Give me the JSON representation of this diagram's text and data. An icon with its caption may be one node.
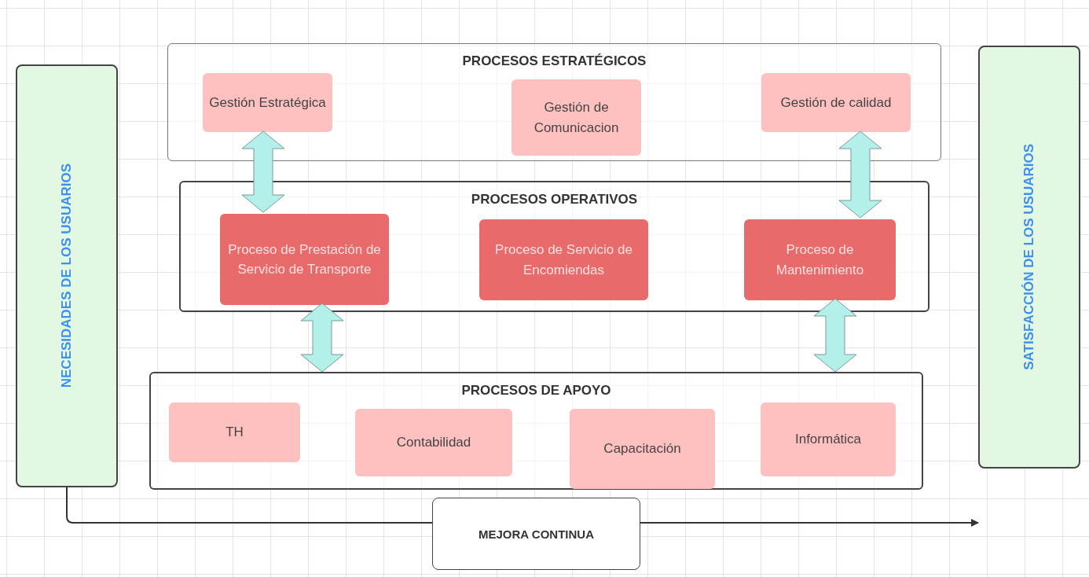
{
  "diagram": {
    "nodes": [
      {
        "text": [
          "NECESIDADES DE LOS USUARIOS"
        ]
      },
      {
        "text": [
          "PROCESOS ESTRATÉGICOS"
        ]
      },
      {
        "text": [
          "Gestión Estratégica"
        ],
        "in": 1
      },
      {
        "text": [
          "Gestión de Comunicacion"
        ],
        "in": 1
      },
      {
        "text": [
          "Gestión de calidad"
        ],
        "in": 1
      },
      {
        "text": [
          "PROCESOS OPERATIVOS"
        ]
      },
      {
        "text": [
          "Proceso de Prestación de Servicio de Transporte"
        ],
        "in": 5
      },
      {
        "text": [
          "Proceso de Servicio de Encomiendas"
        ],
        "in": 5
      },
      {
        "text": [
          "Proceso de Mantenimiento"
        ],
        "in": 5
      },
      {
        "text": [
          "PROCESOS DE APOYO"
        ]
      },
      {
        "text": [
          "TH"
        ],
        "in": 9
      },
      {
        "text": [
          "Contabilidad"
        ],
        "in": 9
      },
      {
        "text": [
          "Capacitación"
        ],
        "in": 9
      },
      {
        "text": [
          "Informática"
        ],
        "in": 9
      },
      {
        "text": [
          "MEJORA CONTINUA"
        ]
      },
      {
        "text": [
          "SATISFACCIÓN DE LOS USUARIOS"
        ]
      }
    ],
    "edges": [
      {
        "from": 2,
        "to": 6,
        "arrow": "both",
        "style": "thick",
        "color": "#b3f0ea"
      },
      {
        "from": 4,
        "to": 8,
        "arrow": "both",
        "style": "thick",
        "color": "#b3f0ea"
      },
      {
        "from": 6,
        "to": 9,
        "arrow": "both",
        "style": "thick",
        "color": "#b3f0ea"
      },
      {
        "from": 8,
        "to": 9,
        "arrow": "both",
        "style": "thick",
        "color": "#b3f0ea"
      },
      {
        "from": 0,
        "to": 14,
        "arrow": "none"
      },
      {
        "from": 14,
        "to": 15,
        "arrow": "to"
      }
    ]
  }
}
